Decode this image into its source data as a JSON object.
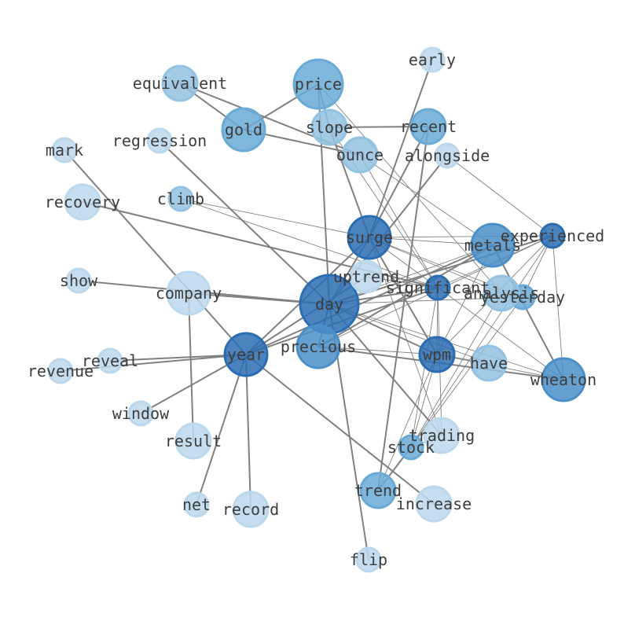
{
  "colors": {
    "c1": "#2a6db3",
    "c2": "#4a8fc8",
    "c3": "#6aaad6",
    "c4": "#93c2e2",
    "c5": "#bcd8ec",
    "edge": "#808080",
    "label": "#3d3d3d"
  },
  "nodes": [
    {
      "id": "day",
      "label": "day",
      "shade": "c1"
    },
    {
      "id": "surge",
      "label": "surge",
      "shade": "c1"
    },
    {
      "id": "year",
      "label": "year",
      "shade": "c1"
    },
    {
      "id": "wpm",
      "label": "wpm",
      "shade": "c1"
    },
    {
      "id": "significant",
      "label": "significant",
      "shade": "c1"
    },
    {
      "id": "experienced",
      "label": "experienced",
      "shade": "c1"
    },
    {
      "id": "metals",
      "label": "metals",
      "shade": "c2"
    },
    {
      "id": "precious",
      "label": "precious",
      "shade": "c2"
    },
    {
      "id": "wheaton",
      "label": "wheaton",
      "shade": "c2"
    },
    {
      "id": "price",
      "label": "price",
      "shade": "c3"
    },
    {
      "id": "gold",
      "label": "gold",
      "shade": "c3"
    },
    {
      "id": "stock",
      "label": "stock",
      "shade": "c3"
    },
    {
      "id": "yesterday",
      "label": "yesterday",
      "shade": "c3"
    },
    {
      "id": "recent",
      "label": "recent",
      "shade": "c3"
    },
    {
      "id": "trend",
      "label": "trend",
      "shade": "c3"
    },
    {
      "id": "ounce",
      "label": "ounce",
      "shade": "c4"
    },
    {
      "id": "equivalent",
      "label": "equivalent",
      "shade": "c4"
    },
    {
      "id": "slope",
      "label": "slope",
      "shade": "c4"
    },
    {
      "id": "climb",
      "label": "climb",
      "shade": "c4"
    },
    {
      "id": "have",
      "label": "have",
      "shade": "c4"
    },
    {
      "id": "analysis",
      "label": "analysis",
      "shade": "c4"
    },
    {
      "id": "uptrend",
      "label": "uptrend",
      "shade": "c5"
    },
    {
      "id": "company",
      "label": "company",
      "shade": "c5"
    },
    {
      "id": "early",
      "label": "early",
      "shade": "c5"
    },
    {
      "id": "alongside",
      "label": "alongside",
      "shade": "c5"
    },
    {
      "id": "regression",
      "label": "regression",
      "shade": "c5"
    },
    {
      "id": "mark",
      "label": "mark",
      "shade": "c5"
    },
    {
      "id": "recovery",
      "label": "recovery",
      "shade": "c5"
    },
    {
      "id": "show",
      "label": "show",
      "shade": "c5"
    },
    {
      "id": "reveal",
      "label": "reveal",
      "shade": "c5"
    },
    {
      "id": "revenue",
      "label": "revenue",
      "shade": "c5"
    },
    {
      "id": "window",
      "label": "window",
      "shade": "c5"
    },
    {
      "id": "result",
      "label": "result",
      "shade": "c5"
    },
    {
      "id": "net",
      "label": "net",
      "shade": "c5"
    },
    {
      "id": "record",
      "label": "record",
      "shade": "c5"
    },
    {
      "id": "trading",
      "label": "trading",
      "shade": "c5"
    },
    {
      "id": "increase",
      "label": "increase",
      "shade": "c5"
    },
    {
      "id": "flip",
      "label": "flip",
      "shade": "c5"
    }
  ],
  "edges": [
    [
      "price",
      "gold",
      2
    ],
    [
      "price",
      "slope",
      2
    ],
    [
      "price",
      "day",
      2
    ],
    [
      "price",
      "analysis",
      1
    ],
    [
      "equivalent",
      "ounce",
      2
    ],
    [
      "gold",
      "ounce",
      2
    ],
    [
      "gold",
      "equivalent",
      2
    ],
    [
      "slope",
      "recent",
      2
    ],
    [
      "slope",
      "surge",
      2
    ],
    [
      "slope",
      "significant",
      1
    ],
    [
      "recent",
      "surge",
      2
    ],
    [
      "recent",
      "trend",
      2
    ],
    [
      "ounce",
      "metals",
      1
    ],
    [
      "ounce",
      "significant",
      1
    ],
    [
      "alongside",
      "experienced",
      1
    ],
    [
      "alongside",
      "day",
      2
    ],
    [
      "early",
      "surge",
      2
    ],
    [
      "regression",
      "day",
      2
    ],
    [
      "mark",
      "year",
      2
    ],
    [
      "recovery",
      "significant",
      2
    ],
    [
      "climb",
      "significant",
      1
    ],
    [
      "climb",
      "surge",
      1
    ],
    [
      "surge",
      "experienced",
      1
    ],
    [
      "surge",
      "metals",
      1
    ],
    [
      "surge",
      "day",
      2
    ],
    [
      "surge",
      "year",
      2
    ],
    [
      "surge",
      "wpm",
      2
    ],
    [
      "surge",
      "yesterday",
      1
    ],
    [
      "surge",
      "analysis",
      1
    ],
    [
      "surge",
      "trading",
      1
    ],
    [
      "surge",
      "wheaton",
      1
    ],
    [
      "experienced",
      "day",
      2
    ],
    [
      "experienced",
      "wpm",
      1
    ],
    [
      "experienced",
      "wheaton",
      1
    ],
    [
      "experienced",
      "yesterday",
      1
    ],
    [
      "experienced",
      "stock",
      1
    ],
    [
      "experienced",
      "precious",
      1
    ],
    [
      "metals",
      "precious",
      2
    ],
    [
      "metals",
      "wheaton",
      2
    ],
    [
      "metals",
      "wpm",
      1
    ],
    [
      "metals",
      "year",
      2
    ],
    [
      "metals",
      "day",
      1
    ],
    [
      "significant",
      "day",
      2
    ],
    [
      "significant",
      "stock",
      1
    ],
    [
      "significant",
      "trading",
      1
    ],
    [
      "significant",
      "wpm",
      1
    ],
    [
      "significant",
      "experienced",
      1
    ],
    [
      "significant",
      "uptrend",
      1
    ],
    [
      "show",
      "day",
      2
    ],
    [
      "company",
      "day",
      2
    ],
    [
      "company",
      "result",
      2
    ],
    [
      "year",
      "reveal",
      2
    ],
    [
      "year",
      "revenue",
      2
    ],
    [
      "year",
      "window",
      2
    ],
    [
      "year",
      "net",
      2
    ],
    [
      "year",
      "record",
      2
    ],
    [
      "year",
      "increase",
      2
    ],
    [
      "year",
      "uptrend",
      2
    ],
    [
      "year",
      "significant",
      2
    ],
    [
      "day",
      "precious",
      2
    ],
    [
      "day",
      "wpm",
      2
    ],
    [
      "day",
      "flip",
      2
    ],
    [
      "day",
      "trading",
      2
    ],
    [
      "day",
      "have",
      1
    ],
    [
      "day",
      "yesterday",
      1
    ],
    [
      "day",
      "wheaton",
      1
    ],
    [
      "precious",
      "wpm",
      1
    ],
    [
      "precious",
      "wheaton",
      2
    ],
    [
      "wpm",
      "have",
      1
    ],
    [
      "wpm",
      "stock",
      1
    ],
    [
      "wpm",
      "trend",
      1
    ],
    [
      "wpm",
      "wheaton",
      1
    ],
    [
      "analysis",
      "stock",
      1
    ],
    [
      "yesterday",
      "stock",
      1
    ],
    [
      "stock",
      "trend",
      2
    ],
    [
      "trading",
      "stock",
      1
    ]
  ]
}
